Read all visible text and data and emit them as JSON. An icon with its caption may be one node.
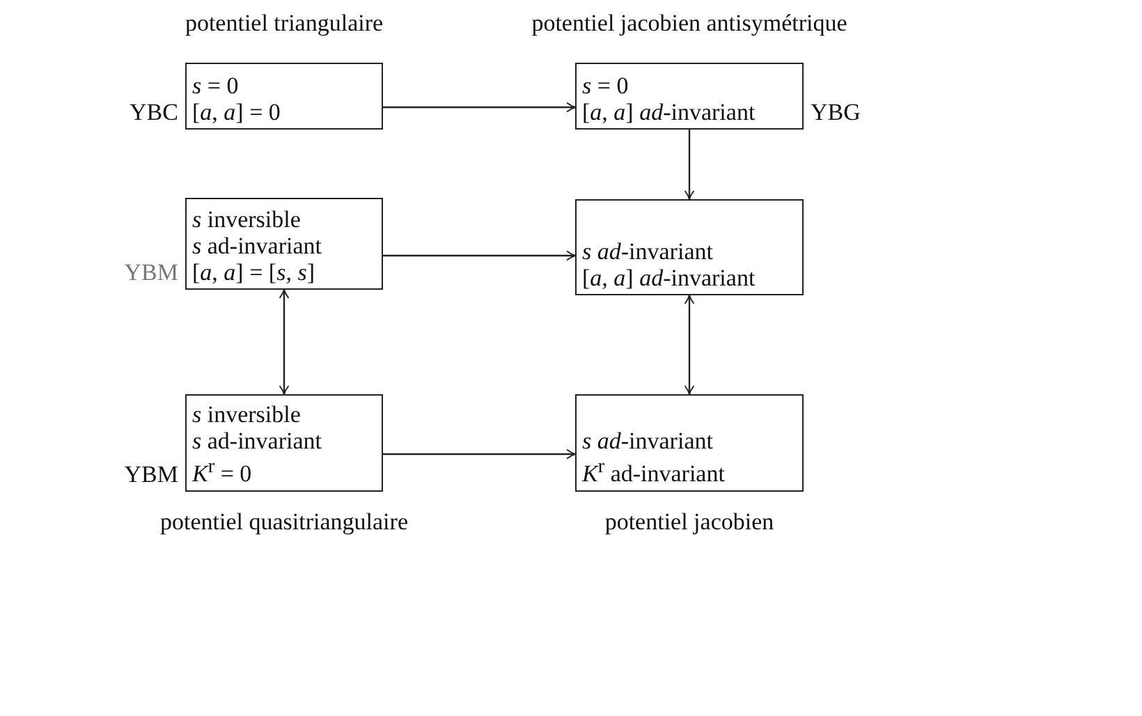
{
  "diagram": {
    "nodes": [
      {
        "text": [
          "*s* = 0",
          "[*a*, *a*] = 0"
        ],
        "beside": [
          "potentiel triangulaire",
          "YBC"
        ]
      },
      {
        "text": [
          "*s* = 0",
          "[*a*, *a*] *ad*-invariant"
        ],
        "beside": [
          "potentiel jacobien antisymétrique",
          "YBG"
        ]
      },
      {
        "text": [
          "*s* inversible",
          "*s* ad-invariant",
          "[*a*, *a*] = [*s*, *s*]"
        ],
        "beside": [
          "YBM"
        ]
      },
      {
        "text": [
          "*s* *ad*-invariant",
          "[*a*, *a*] *ad*-invariant"
        ]
      },
      {
        "text": [
          "*s* inversible",
          "*s* ad-invariant",
          "*K*$^{r}$ = 0"
        ],
        "beside": [
          "YBM",
          "potentiel quasitriangulaire"
        ]
      },
      {
        "text": [
          "*s* *ad*-invariant",
          "*K*$^{r}$ ad-invariant"
        ],
        "beside": [
          "potentiel jacobien"
        ]
      }
    ],
    "edges": [
      {
        "from": 0,
        "to": 1,
        "arrow": "to"
      },
      {
        "from": 1,
        "to": 3,
        "arrow": "to"
      },
      {
        "from": 2,
        "to": 3,
        "arrow": "to"
      },
      {
        "from": 2,
        "to": 4,
        "arrow": "both"
      },
      {
        "from": 3,
        "to": 5,
        "arrow": "both"
      },
      {
        "from": 4,
        "to": 5,
        "arrow": "to"
      }
    ]
  }
}
